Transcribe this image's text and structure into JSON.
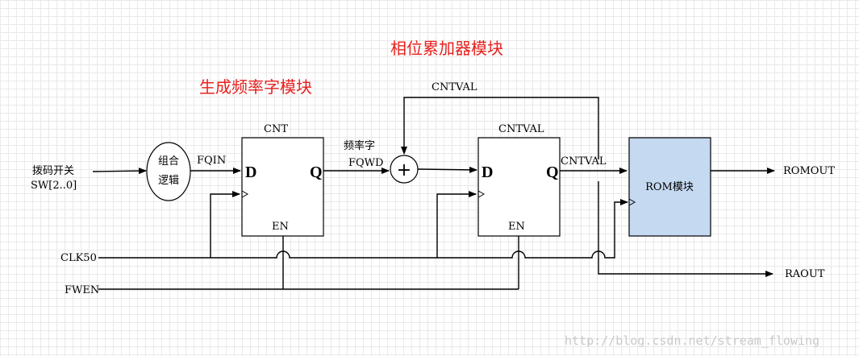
{
  "titles": {
    "accumulator": "相位累加器模块",
    "freq_word_gen": "生成频率字模块"
  },
  "inputs": {
    "switch_line1": "拨码开关",
    "switch_line2": "SW[2..0]",
    "clk": "CLK50",
    "fwen": "FWEN"
  },
  "logic": {
    "line1": "组合",
    "line2": "逻辑"
  },
  "signals": {
    "fqin": "FQIN",
    "freq_word_line1": "频率字",
    "freq_word_line2": "FQWD",
    "cntval_feedback": "CNTVAL",
    "cntval_out": "CNTVAL"
  },
  "reg1": {
    "name": "CNT",
    "d": "D",
    "q": "Q",
    "en": "EN"
  },
  "reg2": {
    "name": "CNTVAL",
    "d": "D",
    "q": "Q",
    "en": "EN"
  },
  "adder_symbol": "+",
  "rom": {
    "label": "ROM模块"
  },
  "outputs": {
    "romout": "ROMOUT",
    "raout": "RAOUT"
  },
  "watermark": "http://blog.csdn.net/stream_flowing",
  "colors": {
    "title": "#e8211e",
    "rom_fill": "#c5d9f1"
  }
}
